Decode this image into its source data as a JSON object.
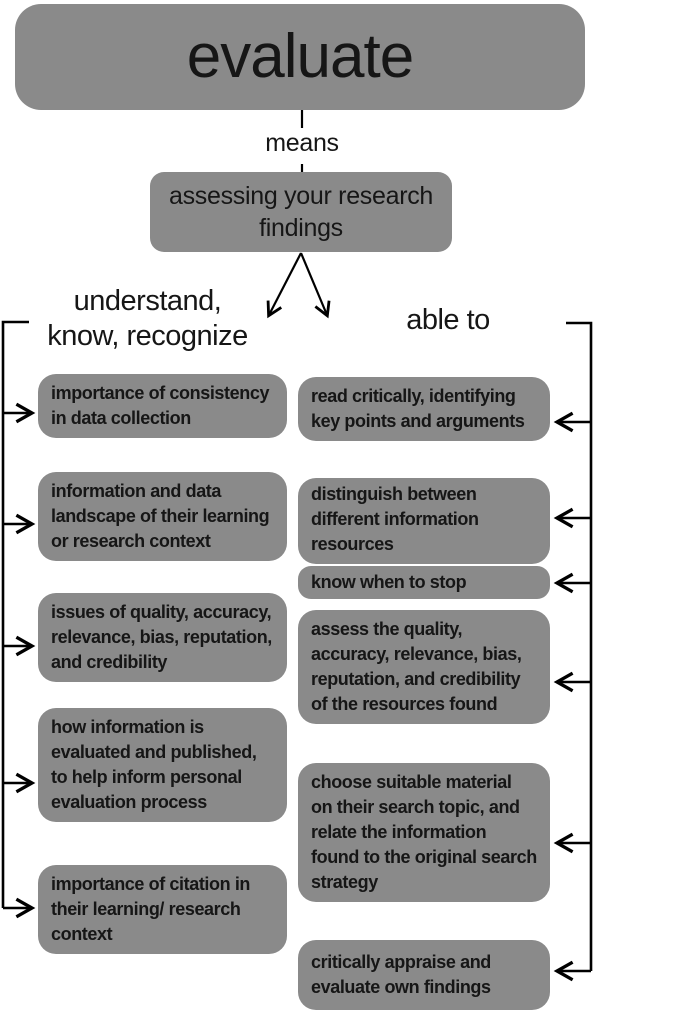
{
  "root": {
    "label": "evaluate"
  },
  "link_label": "means",
  "definition": "assessing your research findings",
  "left": {
    "heading": "understand,\nknow, recognize",
    "items": [
      "importance of consistency in data collection",
      "information and data landscape of their learning or research context",
      "issues of quality, accuracy, relevance, bias, reputation, and credibility",
      "how information is evaluated and published, to help inform personal evaluation process",
      "importance of citation in their learning/ research context"
    ]
  },
  "right": {
    "heading": "able to",
    "items": [
      "read critically, identifying key points and arguments",
      "distinguish between different information resources",
      "know when to stop",
      "assess the quality, accuracy, relevance, bias, reputation, and credibility of the resources found",
      "choose suitable material on their search topic, and relate the information found to the original search strategy",
      "critically appraise and evaluate own findings"
    ]
  },
  "colors": {
    "box_gray": "#8a8a8a",
    "line_black": "#000000",
    "text_black": "#161616",
    "background": "#ffffff"
  }
}
